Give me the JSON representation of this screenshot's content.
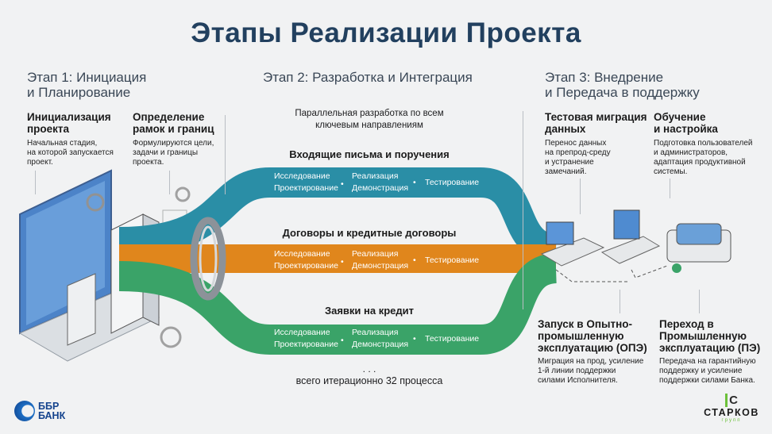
{
  "title": "Этапы Реализации Проекта",
  "stage1": {
    "title_l1": "Этап 1: Инициация",
    "title_l2": "и Планирование",
    "items": [
      {
        "h1": "Инициализация",
        "h2": "проекта",
        "d1": "Начальная стадия,",
        "d2": "на которой запускается",
        "d3": "проект."
      },
      {
        "h1": "Определение",
        "h2": "рамок и границ",
        "d1": "Формулируются цели,",
        "d2": "задачи и границы",
        "d3": "проекта."
      }
    ]
  },
  "stage2": {
    "title": "Этап 2: Разработка и Интеграция",
    "intro_l1": "Параллельная разработка по всем",
    "intro_l2": "ключевым направлениям",
    "streams": [
      {
        "label": "Входящие письма и поручения",
        "color": "#2a8ea6"
      },
      {
        "label": "Договоры и кредитные договоры",
        "color": "#e0861c"
      },
      {
        "label": "Заявки на кредит",
        "color": "#3aa368"
      }
    ],
    "steps": {
      "a1": "Исследование",
      "a2": "Проектирование",
      "b1": "Реализация",
      "b2": "Демонстрация",
      "c": "Тестирование"
    },
    "ellipsis": ". . .",
    "footer": "всего итерационно 32 процесса"
  },
  "stage3": {
    "title_l1": "Этап 3: Внедрение",
    "title_l2": "и Передача в поддержку",
    "top": [
      {
        "h1": "Тестовая миграция",
        "h2": "данных",
        "d1": "Перенос данных",
        "d2": "на препрод-среду",
        "d3": "и устранение",
        "d4": "замечаний."
      },
      {
        "h1": "Обучение",
        "h2": "и настройка",
        "d1": "Подготовка пользователей",
        "d2": "и администраторов,",
        "d3": "адаптация продуктивной",
        "d4": "системы."
      }
    ],
    "bottom": [
      {
        "h1": "Запуск в Опытно-",
        "h2": "промышленную",
        "h3": "эксплуатацию (ОПЭ)",
        "d1": "Миграция на прод, усиление",
        "d2": "1-й линии поддержки",
        "d3": "силами Исполнителя."
      },
      {
        "h1": "Переход в",
        "h2": "Промышленную",
        "h3": "эксплуатацию (ПЭ)",
        "d1": "Передача на гарантийную",
        "d2": "поддержку и усиление",
        "d3": "поддержки силами Банка."
      }
    ]
  },
  "logos": {
    "bank_l1": "ББР",
    "bank_l2": "БАНК",
    "partner": "СТАРКОВ",
    "partner_sub": "групп"
  }
}
